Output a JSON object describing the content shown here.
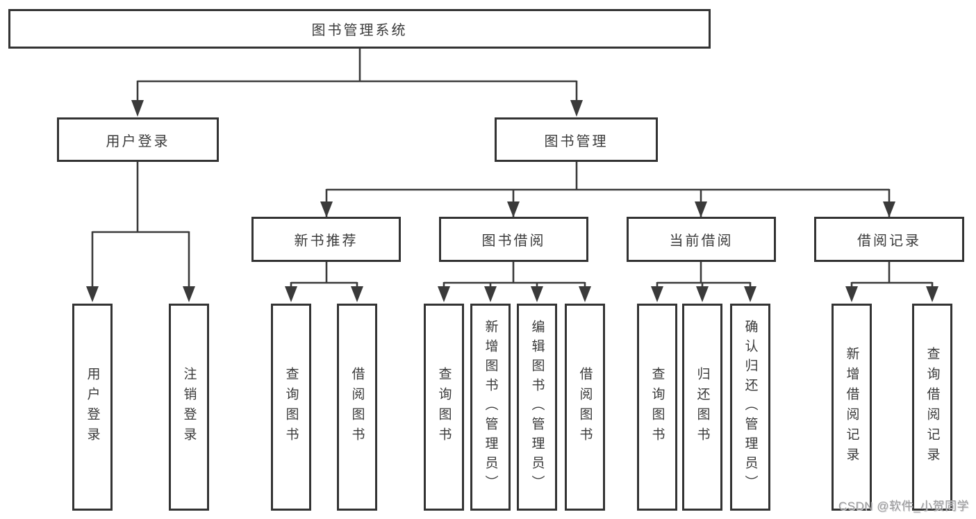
{
  "diagram": {
    "root": {
      "label": "图书管理系统"
    },
    "branches": [
      {
        "label": "用户登录",
        "children": [
          {
            "label": "用户登录"
          },
          {
            "label": "注销登录"
          }
        ]
      },
      {
        "label": "图书管理",
        "children": [
          {
            "label": "新书推荐",
            "children": [
              {
                "label": "查询图书"
              },
              {
                "label": "借阅图书"
              }
            ]
          },
          {
            "label": "图书借阅",
            "children": [
              {
                "label": "查询图书"
              },
              {
                "label": "新增图书（管理员）"
              },
              {
                "label": "编辑图书（管理员）"
              },
              {
                "label": "借阅图书"
              }
            ]
          },
          {
            "label": "当前借阅",
            "children": [
              {
                "label": "查询图书"
              },
              {
                "label": "归还图书"
              },
              {
                "label": "确认归还（管理员）"
              }
            ]
          },
          {
            "label": "借阅记录",
            "children": [
              {
                "label": "新增借阅记录"
              },
              {
                "label": "查询借阅记录"
              }
            ]
          }
        ]
      }
    ],
    "watermark": "CSDN @软件_小贺同学",
    "colors": {
      "line": "#3a3a3a",
      "border": "#333333",
      "text": "#3a3a3a",
      "background": "#ffffff",
      "watermark": "#9b9b9b"
    }
  }
}
